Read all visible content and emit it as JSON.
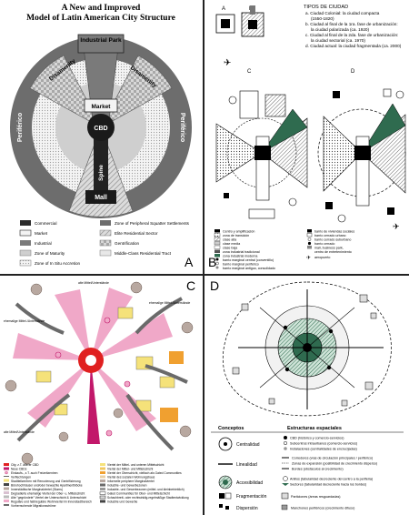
{
  "panelA": {
    "label": "A",
    "title1": "A New and Improved",
    "title2": "Model of Latin American City Structure",
    "zones": {
      "park": "Industrial Park",
      "disL": "Disamenity",
      "disR": "Disamenity",
      "perL": "Periférico",
      "perR": "Periférico",
      "market": "Market",
      "cbd": "CBD",
      "spine": "Spine",
      "mall": "Mall"
    },
    "legend": [
      "Commercial",
      "Market",
      "Industrial",
      "Zone of Maturity",
      "Zone of In Situ Accretion",
      "Zone of Peripheral Squatter Settlements",
      "Elite Residential Sector",
      "Gentrification",
      "Middle-Class Residential Tract"
    ]
  },
  "panelB": {
    "label": "B",
    "mini": [
      "A",
      "B"
    ],
    "types_title": "TIPOS DE CIUDAD",
    "types": [
      "a. Ciudad Colonial: la ciudad compacta",
      "(1550-1820)",
      "b. Ciudad al final de la 1ra. fase de urbanización:",
      "la ciudad polarizada (ca. 1920)",
      "c. Ciudad al final de la 2da. fase de urbanización:",
      "la ciudad sectorial (ca. 1970)",
      "d. Ciudad actual: la ciudad fragmentada (ca. 2000)"
    ],
    "mapC": "C",
    "mapD": "D",
    "legend_left": [
      "Centro y amplificación",
      "zona de transición",
      "clase alta",
      "clase media",
      "clase baja",
      "zona industrial tradicional",
      "zona industrial moderna",
      "barrio marginal central (conventillo)",
      "barrio marginal periférico",
      "barrio marginal antiguo, consolidado"
    ],
    "legend_right": [
      "barrio de viviendas sociales",
      "barrio cerrado urbano",
      "barrio cerrado suburbano",
      "barrio cerrado",
      "mall, business park,",
      "centro de entretenimiento",
      "aeropuerto"
    ]
  },
  "panelC": {
    "label": "C",
    "alt_labels": [
      "alte Mittel/Unterstände",
      "ehemalige Mittel-/Unterstände",
      "ehemalige Mittel-/Unterstände",
      "alte Mittel/Unterstände"
    ],
    "legend": [
      "City, z.T. älterer CBD",
      "Neue CBDs",
      "Einkaufs-, z.T. auch Freizeitzentren",
      "Verflechtungen",
      "Stadtteilzentren mit Renovierung und Gentrifizierung",
      "Bürohochhäuser und/oder bewachte Apartmentblöcke",
      "Innerstädtische Marginalviertel (Slums)",
      "Degradierte ehemalige Viertel der Ober- u. Mittelschicht",
      "Alte \"gegründete\" Viertel der Unterschicht & Unterschicht",
      "Reguläre und halbreguläre Wohnviertel im Innenstadtbereich",
      "Vorherrschende Migrationsströme"
    ],
    "legend2": [
      "Viertel der Mittel- und unteren Mittelschicht",
      "Viertel der Mittel- und Mittelschicht",
      "Viertel der Oberschicht, vielfach als Gated Communities",
      "Viertel des sozialen Wohnungsbaus",
      "Informelle periphere Marginalviertel",
      "Industrie- und Gewerbezonen",
      "Industrie- und Gewerbezonen (mittel- und kleinbetrieblich)",
      "Gated Communities für Ober- und Mittelschicht",
      "Schachbrett- oder rechtwinklig-regelmäßige Stadtentwicklung",
      "Industrie und Gewerbe"
    ]
  },
  "panelD": {
    "label": "D",
    "h_concepts": "Conceptos",
    "h_structs": "Estructuras espaciales",
    "rows": [
      {
        "concept": "Centralidad",
        "items": [
          "CBD (histórico y comercio-servicios)",
          "Subcentros intraurbanos (comercio-servicios)",
          "Instalaciones (centralidades de encrucijadas)"
        ]
      },
      {
        "concept": "Linealidad",
        "items": [
          "Corredores (vías de circulación principales / periférico)",
          "Zonas de expansión (posibilidad de crecimiento disperso)",
          "Bordes (obstáculos al crecimiento)"
        ]
      },
      {
        "concept": "Accesibilidad",
        "items": [
          "Anillos (tabularidad decreciente del centro a la periferia)",
          "Sectores (tabularidad decreciente hacia los bordes)"
        ]
      },
      {
        "concept": "Fragmentación",
        "items": [
          "Particiones (áreas resguardadas)"
        ]
      },
      {
        "concept": "Dispersión",
        "items": [
          "Manchones periféricos (crecimiento difuso)"
        ]
      }
    ]
  },
  "colors": {
    "commercial": "#2b2b2b",
    "periphery": "#6d6d6d",
    "industrial": "#7a7a7a",
    "maturity": "#cfcfcf",
    "middle": "#e8e8e8",
    "c_pink": "#f0a8c8",
    "c_magenta": "#c2186a",
    "c_yellow": "#f5e27a",
    "c_orange": "#f0a030",
    "c_red": "#e02020",
    "c_arrow": "#6a6a6a"
  }
}
